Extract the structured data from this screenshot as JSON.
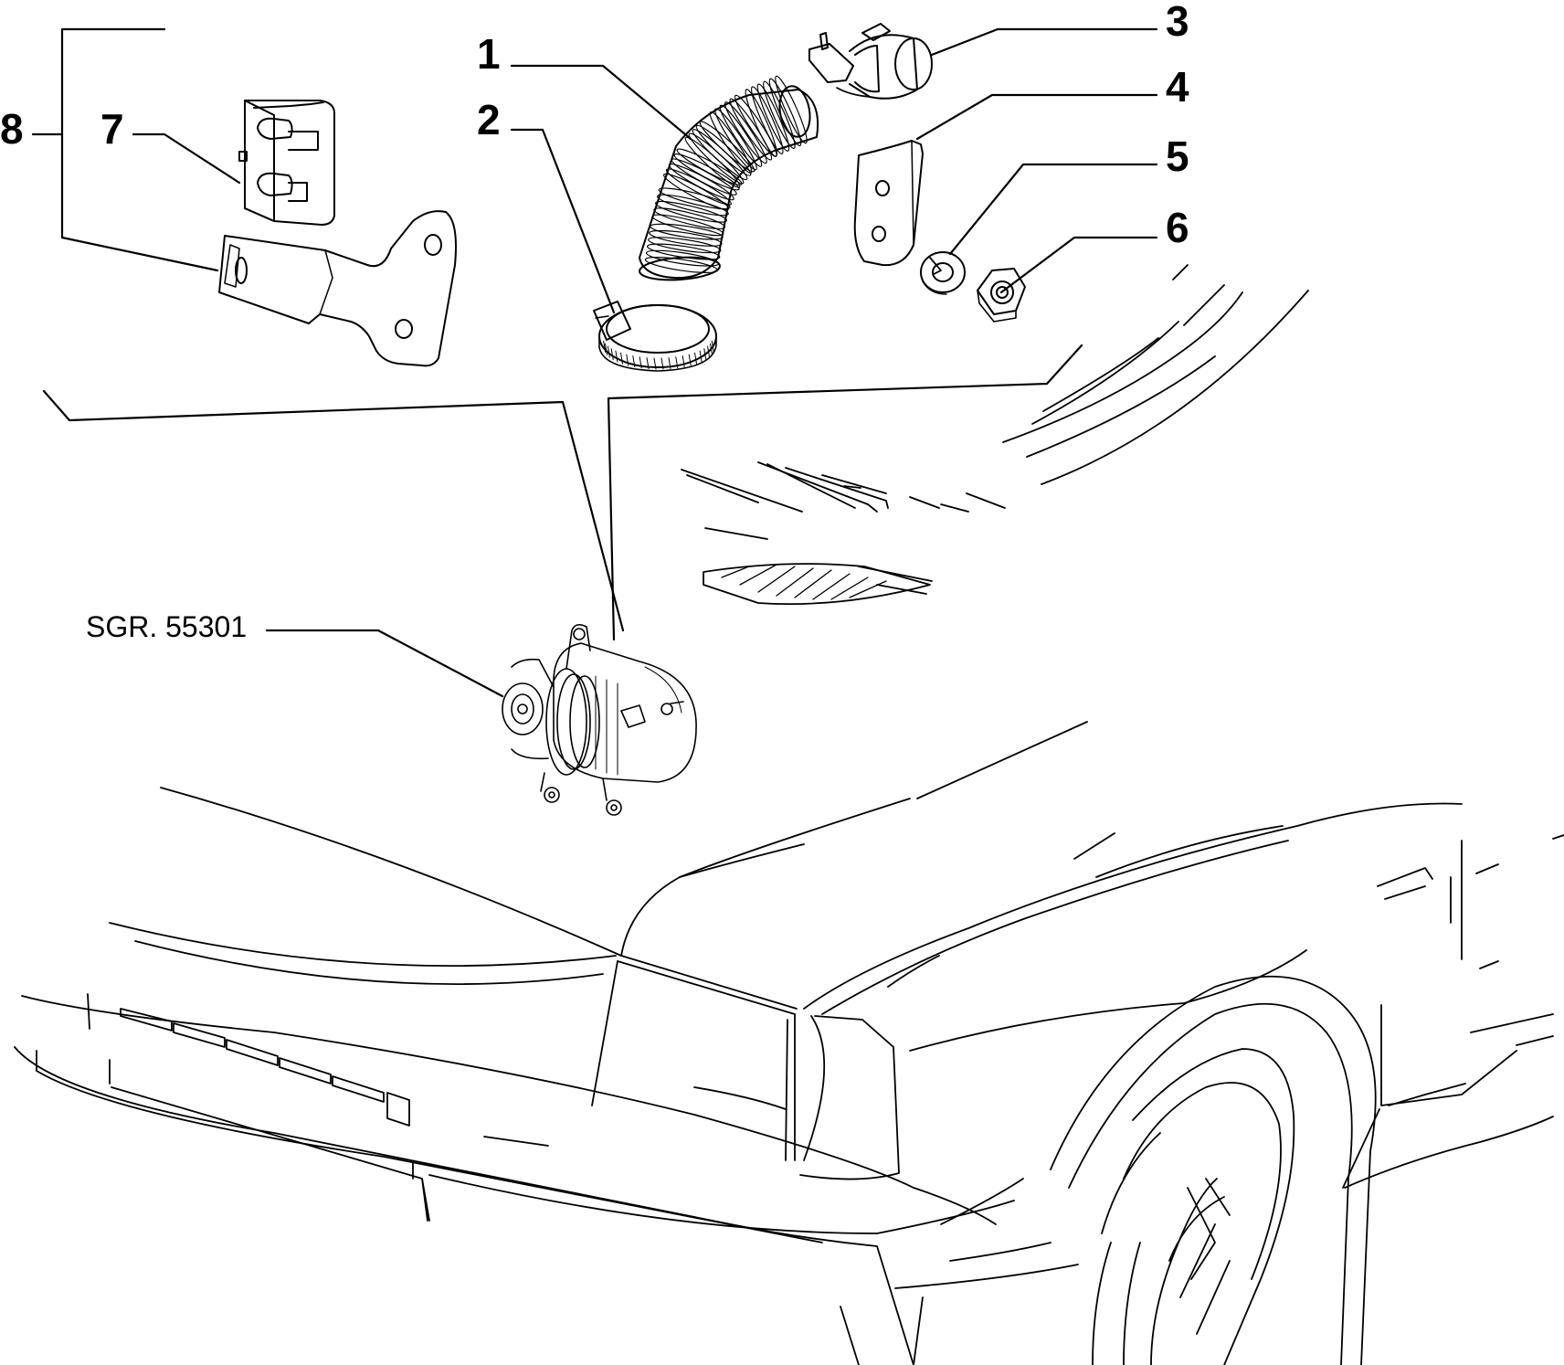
{
  "callouts": {
    "c1": "1",
    "c2": "2",
    "c3": "3",
    "c4": "4",
    "c5": "5",
    "c6": "6",
    "c7": "7",
    "c8": "8"
  },
  "reference": "SGR. 55301"
}
